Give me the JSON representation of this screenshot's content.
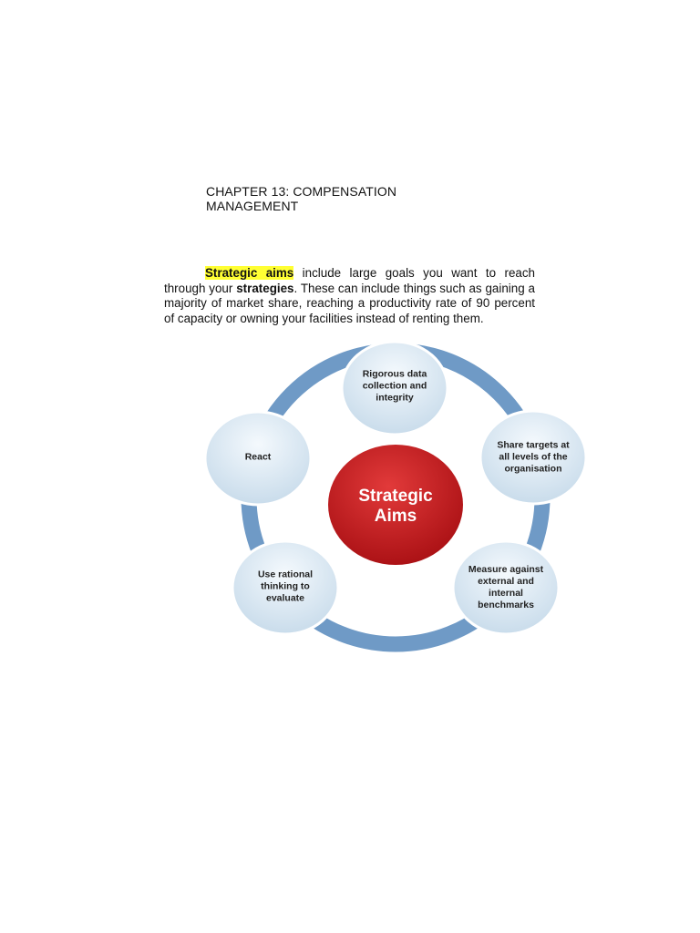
{
  "header": {
    "chapter_title": "CHAPTER 13: COMPENSATION MANAGEMENT"
  },
  "paragraph": {
    "highlight": "Strategic aims",
    "text1": " include large goals you want to reach through your ",
    "bold": "strategies",
    "text2": ". These can include things such as gaining a majority of market share, reaching a productivity rate of 90 percent of capacity or owning your facilities instead of renting them."
  },
  "diagram": {
    "center": "Strategic Aims",
    "nodes": [
      "Rigorous data collection and integrity",
      "Share targets at all levels of the organisation",
      "Measure against external and internal benchmarks",
      "Use rational thinking to evaluate",
      "React"
    ],
    "colors": {
      "ring": "#6f9ac6",
      "node_fill": "#d7e6f3",
      "center_fill": "#c0151a"
    }
  }
}
